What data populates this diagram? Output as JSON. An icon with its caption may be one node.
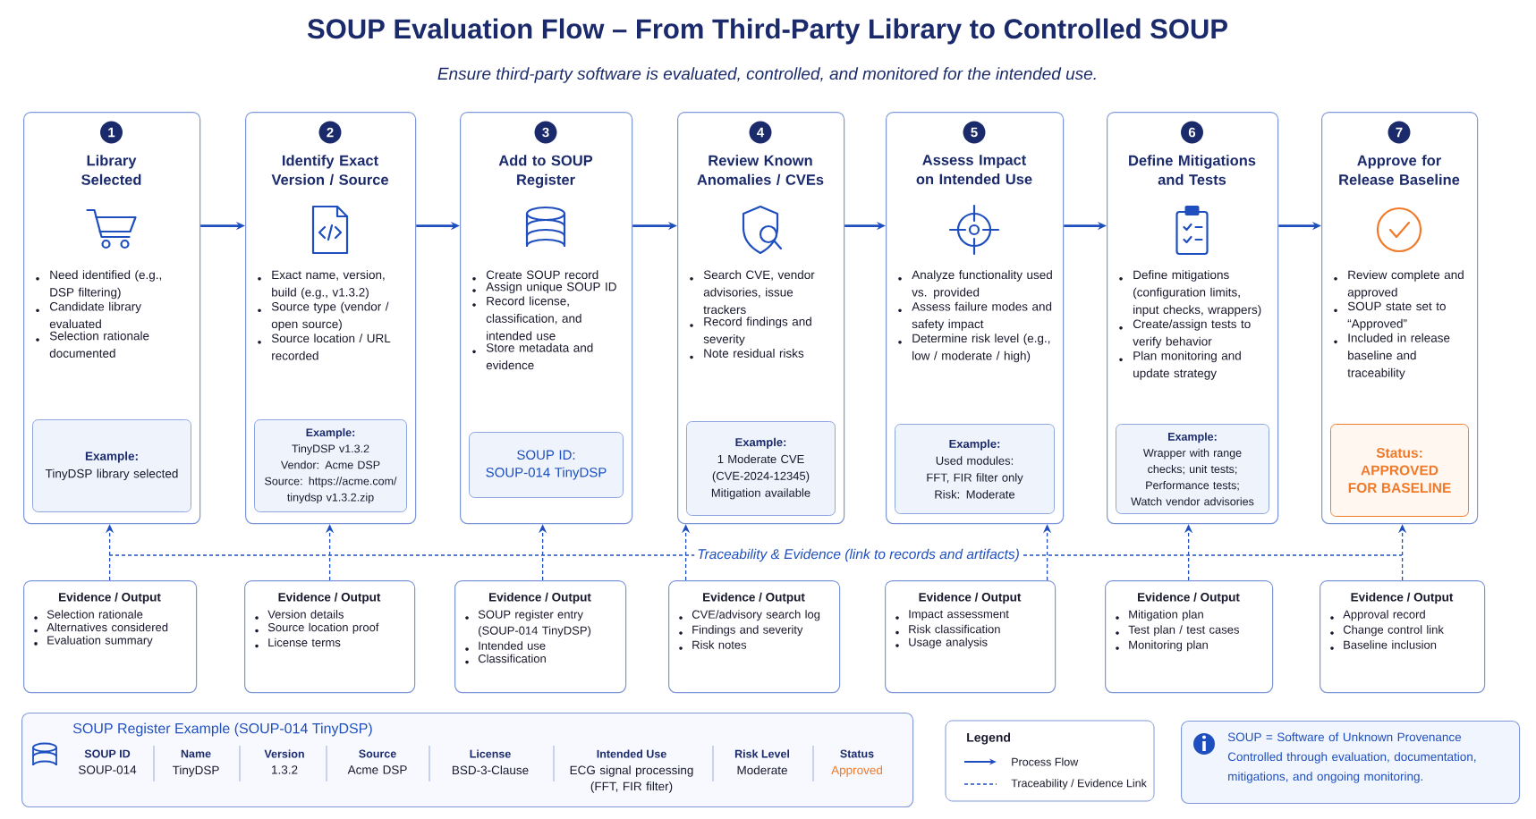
{
  "diagram": {
    "title": "SOUP Evaluation Flow – From Third-Party Library to Controlled SOUP",
    "nodes": [
      {
        "text": [
          "1",
          "Library Selected",
          "Need identified (e.g., DSP filtering)",
          "Candidate library evaluated",
          "Selection rationale documented"
        ]
      },
      {
        "text": [
          "Example:",
          "TinyDSP library selected"
        ],
        "in": 0
      },
      {
        "text": [
          "2",
          "Identify Exact Version / Source",
          "Exact name, version, build (e.g., v1.3.2)",
          "Source type (vendor / open source)",
          "Source location / URL recorded"
        ]
      },
      {
        "text": [
          "Example:",
          "TinyDSP v1.3.2",
          "Vendor: Acme DSP",
          "Source: https://acme.com/ tinydsp v1.3.2.zip"
        ],
        "in": 2
      },
      {
        "text": [
          "3",
          "Add to SOUP Register",
          "Create SOUP record",
          "Assign unique SOUP ID",
          "Record license, classification, and intended use",
          "Store metadata and evidence"
        ]
      },
      {
        "text": [
          "SOUP ID:",
          "SOUP-014 TinyDSP"
        ],
        "in": 4
      },
      {
        "text": [
          "4",
          "Review Known Anomalies / CVEs",
          "Search CVE, vendor advisories, issue trackers",
          "Record findings and severity",
          "Note residual risks"
        ]
      },
      {
        "text": [
          "Example:",
          "1 Moderate CVE (CVE-2024-12345)",
          "Mitigation available"
        ],
        "in": 6
      },
      {
        "text": [
          "5",
          "Assess Impact on Intended Use",
          "Analyze functionality used vs. provided",
          "Assess failure modes and safety impact",
          "Determine risk level (e.g., low / moderate / high)"
        ]
      },
      {
        "text": [
          "Example:",
          "Used modules: FFT, FIR filter only",
          "Risk: Moderate"
        ],
        "in": 8
      },
      {
        "text": [
          "6",
          "Define Mitigations and Tests",
          "Define mitigations (configuration limits, input checks, wrappers)",
          "Create/assign tests to verify behavior",
          "Plan monitoring and update strategy"
        ]
      },
      {
        "text": [
          "Example:",
          "Wrapper with range checks; unit tests; Performance tests; Watch vendor advisories"
        ],
        "in": 10
      },
      {
        "text": [
          "7",
          "Approve for Release Baseline",
          "Review complete and approved",
          "SOUP state set to “Approved”",
          "Included in release baseline and traceability"
        ]
      },
      {
        "text": [
          "Status:",
          "APPROVED FOR BASELINE"
        ],
        "in": 12
      },
      {
        "text": [
          "Evidence / Output",
          "Selection rationale",
          "Alternatives considered",
          "Evaluation summary"
        ]
      },
      {
        "text": [
          "Evidence / Output",
          "Version details",
          "Source location proof",
          "License terms"
        ]
      },
      {
        "text": [
          "Evidence / Output",
          "SOUP register entry (SOUP-014 TinyDSP)",
          "Intended use",
          "Classification"
        ]
      },
      {
        "text": [
          "Evidence / Output",
          "CVE/advisory search log",
          "Findings and severity",
          "Risk notes"
        ]
      },
      {
        "text": [
          "Evidence / Output",
          "Impact assessment",
          "Risk classification",
          "Usage analysis"
        ]
      },
      {
        "text": [
          "Evidence / Output",
          "Mitigation plan",
          "Test plan / test cases",
          "Monitoring plan"
        ]
      },
      {
        "text": [
          "Evidence / Output",
          "Approval record",
          "Change control link",
          "Baseline inclusion"
        ]
      },
      {
        "text": [
          "SOUP Register Example (SOUP-014 TinyDSP)",
          "SOUP ID",
          "Name",
          "Version",
          "Source",
          "License",
          "Intended Use",
          "Risk Level",
          "Status",
          "SOUP-014",
          "TinyDSP",
          "1.3.2",
          "Acme DSP",
          "BSD-3-Clause",
          "ECG signal processing (FFT, FIR filter)",
          "Moderate",
          "Approved"
        ]
      },
      {
        "text": [
          "SOUP = Software of Unknown Provenance",
          "Controlled through evaluation, documentation, mitigations, and ongoing monitoring."
        ]
      }
    ],
    "edges": [
      {
        "from": 0,
        "to": 2,
        "arrow": "to"
      },
      {
        "from": 2,
        "to": 4,
        "arrow": "to"
      },
      {
        "from": 4,
        "to": 6,
        "arrow": "to"
      },
      {
        "from": 6,
        "to": 8,
        "arrow": "to"
      },
      {
        "from": 8,
        "to": 10,
        "arrow": "to"
      },
      {
        "from": 10,
        "to": 12,
        "arrow": "to"
      },
      {
        "from": 14,
        "to": 0,
        "arrow": "to",
        "style": "dashed"
      },
      {
        "from": 15,
        "to": 2,
        "arrow": "to",
        "style": "dashed"
      },
      {
        "from": 16,
        "to": 4,
        "arrow": "to",
        "style": "dashed"
      },
      {
        "from": 17,
        "to": 6,
        "arrow": "to",
        "style": "dashed"
      },
      {
        "from": 18,
        "to": 8,
        "arrow": "to",
        "style": "dashed"
      },
      {
        "from": 19,
        "to": 10,
        "arrow": "to",
        "style": "dashed"
      },
      {
        "from": 20,
        "to": 12,
        "arrow": "to",
        "style": "dashed"
      }
    ],
    "labels": [
      "Ensure third-party software is evaluated, controlled, and monitored for the intended use.",
      "Traceability & Evidence (link to records and artifacts)",
      "Legend"
    ],
    "legend": [
      {
        "text": "Process Flow"
      },
      {
        "text": "Traceability / Evidence Link"
      }
    ]
  }
}
